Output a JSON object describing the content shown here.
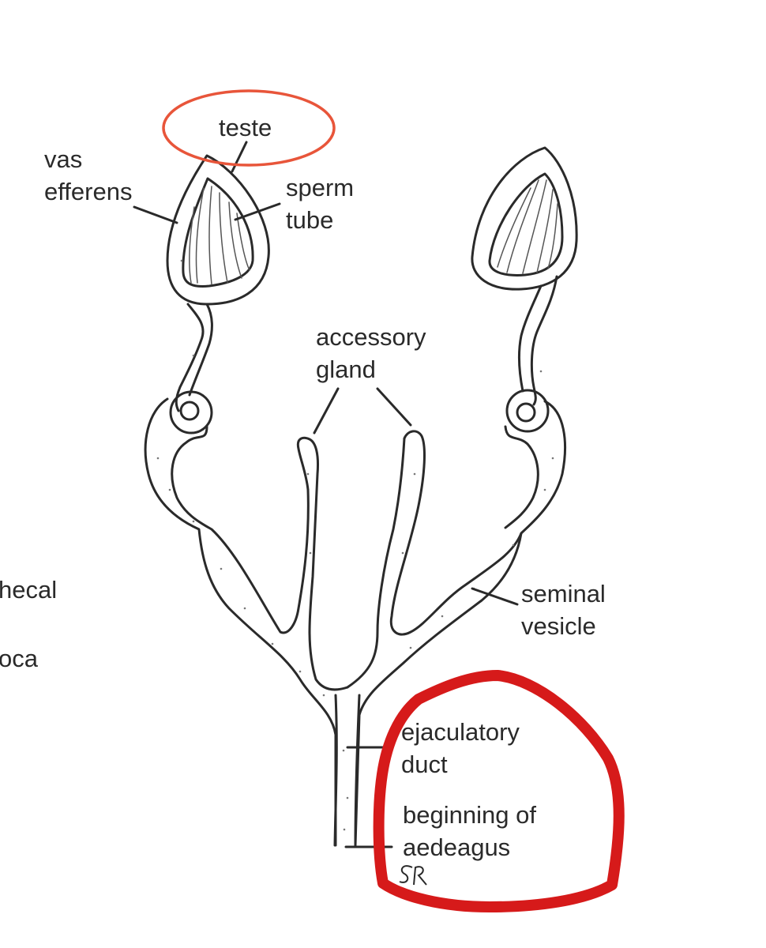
{
  "labels": {
    "teste": "teste",
    "vas_efferens": [
      "vas",
      "efferens"
    ],
    "sperm_tube": [
      "sperm",
      "tube"
    ],
    "accessory_gland": [
      "accessory",
      "gland"
    ],
    "seminal_vesicle": [
      "seminal",
      "vesicle"
    ],
    "ejaculatory_duct": [
      "ejaculatory",
      "duct"
    ],
    "beginning_of_aedeagus": [
      "beginning of",
      "aedeagus"
    ],
    "cut_off_left": [
      "hecal",
      "oca"
    ],
    "signature": "SR"
  },
  "annotations": {
    "teste_ellipse_color": "#e8553a",
    "right_loop_color": "#d61a1a"
  },
  "colors": {
    "ink": "#2a2a2a",
    "background": "#ffffff"
  }
}
